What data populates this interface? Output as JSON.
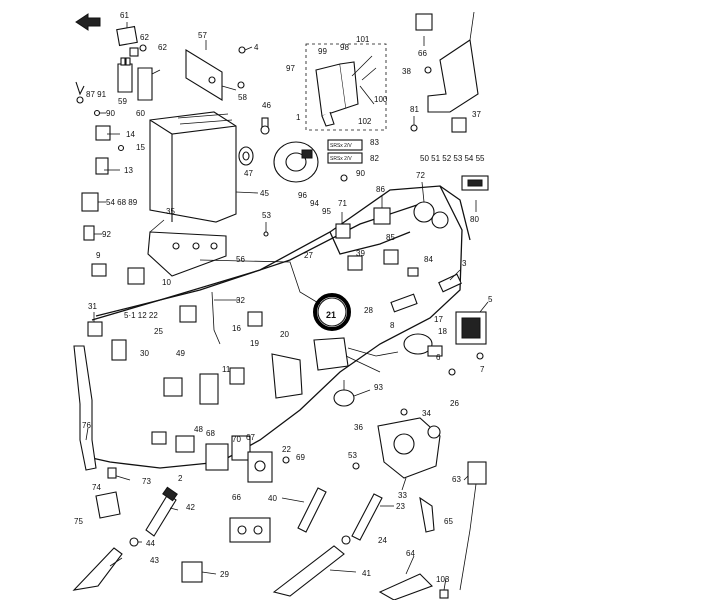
{
  "diagram": {
    "callouts": [
      {
        "id": "c61",
        "text": "61"
      },
      {
        "id": "c62a",
        "text": "62"
      },
      {
        "id": "c62b",
        "text": "62"
      },
      {
        "id": "c57",
        "text": "57"
      },
      {
        "id": "c4",
        "text": "4"
      },
      {
        "id": "c58",
        "text": "58"
      },
      {
        "id": "c59",
        "text": "59"
      },
      {
        "id": "c60",
        "text": "60"
      },
      {
        "id": "c8791",
        "text": "87 91"
      },
      {
        "id": "c90a",
        "text": "90"
      },
      {
        "id": "c46",
        "text": "46"
      },
      {
        "id": "c47",
        "text": "47"
      },
      {
        "id": "c14",
        "text": "14"
      },
      {
        "id": "c15",
        "text": "15"
      },
      {
        "id": "c13",
        "text": "13"
      },
      {
        "id": "c45",
        "text": "45"
      },
      {
        "id": "c546889",
        "text": "54 68 89"
      },
      {
        "id": "c92",
        "text": "92"
      },
      {
        "id": "c9",
        "text": "9"
      },
      {
        "id": "c35",
        "text": "35"
      },
      {
        "id": "c10",
        "text": "10"
      },
      {
        "id": "c56",
        "text": "56"
      },
      {
        "id": "c53a",
        "text": "53"
      },
      {
        "id": "c97",
        "text": "97"
      },
      {
        "id": "c99",
        "text": "99"
      },
      {
        "id": "c98",
        "text": "98"
      },
      {
        "id": "c101",
        "text": "101"
      },
      {
        "id": "c100",
        "text": "100"
      },
      {
        "id": "c102",
        "text": "102"
      },
      {
        "id": "c1",
        "text": "1"
      },
      {
        "id": "c83",
        "text": "83"
      },
      {
        "id": "c82",
        "text": "82"
      },
      {
        "id": "c90b",
        "text": "90"
      },
      {
        "id": "c96",
        "text": "96"
      },
      {
        "id": "c95",
        "text": "95"
      },
      {
        "id": "c94",
        "text": "94"
      },
      {
        "id": "c71",
        "text": "71"
      },
      {
        "id": "c86a",
        "text": "86"
      },
      {
        "id": "c72",
        "text": "72"
      },
      {
        "id": "c66",
        "text": "66"
      },
      {
        "id": "c38",
        "text": "38"
      },
      {
        "id": "c37",
        "text": "37"
      },
      {
        "id": "c81",
        "text": "81"
      },
      {
        "id": "c5055",
        "text": "50 51 52 53 54 55"
      },
      {
        "id": "c80",
        "text": "80"
      },
      {
        "id": "c31",
        "text": "31"
      },
      {
        "id": "c5112",
        "text": "5·1 12 22"
      },
      {
        "id": "c25",
        "text": "25"
      },
      {
        "id": "c30",
        "text": "30"
      },
      {
        "id": "c32",
        "text": "32"
      },
      {
        "id": "c16",
        "text": "16"
      },
      {
        "id": "c27",
        "text": "27"
      },
      {
        "id": "c39",
        "text": "39"
      },
      {
        "id": "c85",
        "text": "85"
      },
      {
        "id": "c84",
        "text": "84"
      },
      {
        "id": "c3",
        "text": "3"
      },
      {
        "id": "c5",
        "text": "5"
      },
      {
        "id": "c21",
        "text": "21"
      },
      {
        "id": "c28",
        "text": "28"
      },
      {
        "id": "c8",
        "text": "8"
      },
      {
        "id": "c17",
        "text": "17"
      },
      {
        "id": "c18",
        "text": "18"
      },
      {
        "id": "c6",
        "text": "6"
      },
      {
        "id": "c7",
        "text": "7"
      },
      {
        "id": "c49",
        "text": "49"
      },
      {
        "id": "c19",
        "text": "19"
      },
      {
        "id": "c20",
        "text": "20"
      },
      {
        "id": "c11",
        "text": "11"
      },
      {
        "id": "c26",
        "text": "26"
      },
      {
        "id": "c93",
        "text": "93"
      },
      {
        "id": "c34",
        "text": "34"
      },
      {
        "id": "c76",
        "text": "76"
      },
      {
        "id": "c48",
        "text": "48"
      },
      {
        "id": "c68",
        "text": "68"
      },
      {
        "id": "c70",
        "text": "70"
      },
      {
        "id": "c67",
        "text": "67"
      },
      {
        "id": "c22",
        "text": "22"
      },
      {
        "id": "c69",
        "text": "69"
      },
      {
        "id": "c53b",
        "text": "53"
      },
      {
        "id": "c36",
        "text": "36"
      },
      {
        "id": "c33",
        "text": "33"
      },
      {
        "id": "c2",
        "text": "2"
      },
      {
        "id": "c73",
        "text": "73"
      },
      {
        "id": "c74",
        "text": "74"
      },
      {
        "id": "c75",
        "text": "75"
      },
      {
        "id": "c42",
        "text": "42"
      },
      {
        "id": "c44",
        "text": "44"
      },
      {
        "id": "c43",
        "text": "43"
      },
      {
        "id": "c66b",
        "text": "66"
      },
      {
        "id": "c40",
        "text": "40"
      },
      {
        "id": "c23",
        "text": "23"
      },
      {
        "id": "c24",
        "text": "24"
      },
      {
        "id": "c41",
        "text": "41"
      },
      {
        "id": "c64",
        "text": "64"
      },
      {
        "id": "c63",
        "text": "63"
      },
      {
        "id": "c65",
        "text": "65"
      },
      {
        "id": "c103",
        "text": "103"
      },
      {
        "id": "c29",
        "text": "29"
      }
    ],
    "tag_labels": [
      {
        "id": "t1",
        "text": "SRSx 2/V"
      },
      {
        "id": "t2",
        "text": "SRSx 2/V"
      }
    ],
    "highlight": {
      "label_id": "c21",
      "color": "#000000"
    }
  }
}
